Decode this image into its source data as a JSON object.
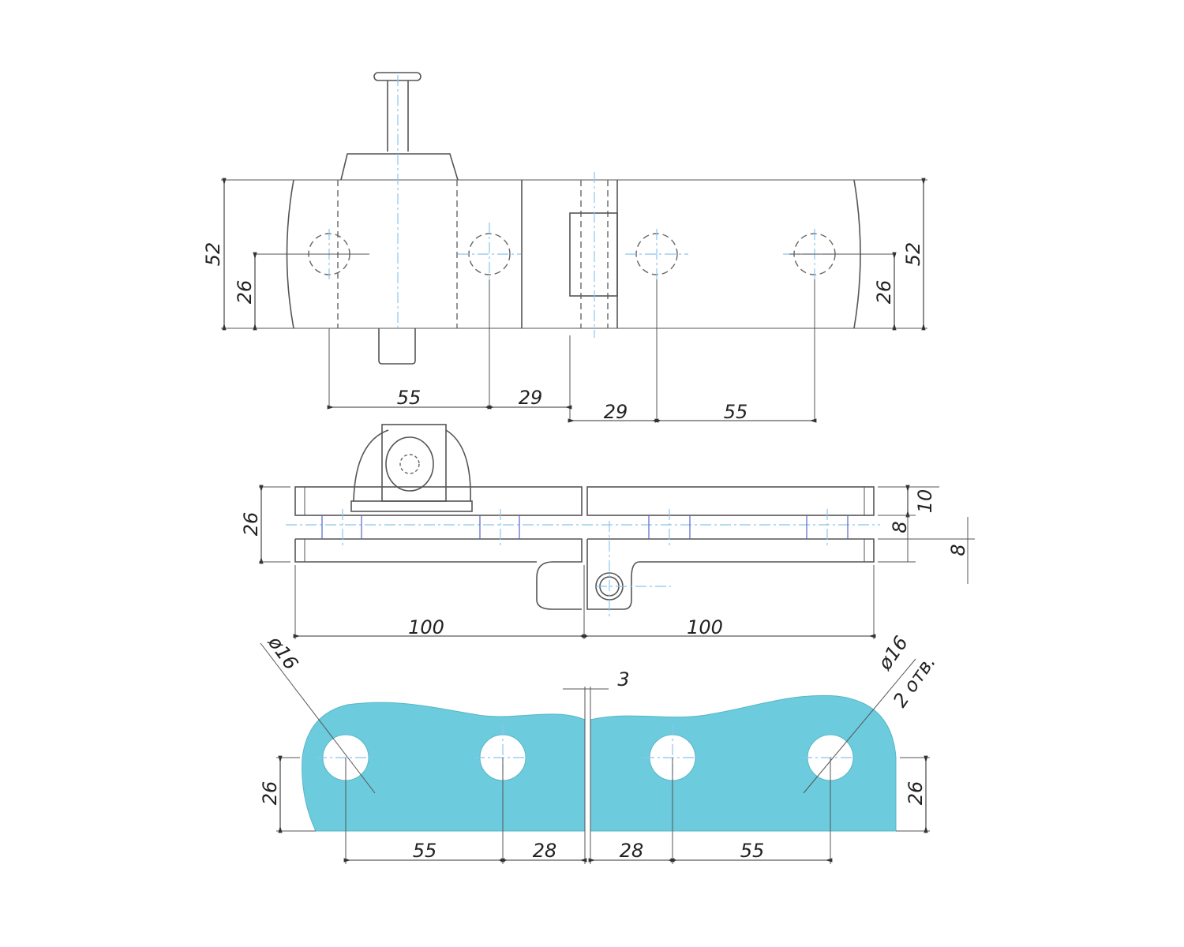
{
  "colors": {
    "glass": "#6ccbdc",
    "centerline": "#8cc4ee",
    "line": "#555555"
  },
  "top_view": {
    "height_left": "52",
    "half_left": "26",
    "height_right": "52",
    "half_right": "26",
    "dim_55_left": "55",
    "dim_29_left": "29",
    "dim_29_right": "29",
    "dim_55_right": "55"
  },
  "side_view": {
    "thickness": "26",
    "plate_top": "10",
    "gap": "8",
    "plate_bottom": "8",
    "length_left": "100",
    "length_right": "100"
  },
  "glass_view": {
    "hole_left": "ø16",
    "hole_right": "ø16",
    "holes_note": "2 отв.",
    "gap": "3",
    "edge_left": "26",
    "edge_right": "26",
    "dim_55_left": "55",
    "dim_28_left": "28",
    "dim_28_right": "28",
    "dim_55_right": "55"
  }
}
